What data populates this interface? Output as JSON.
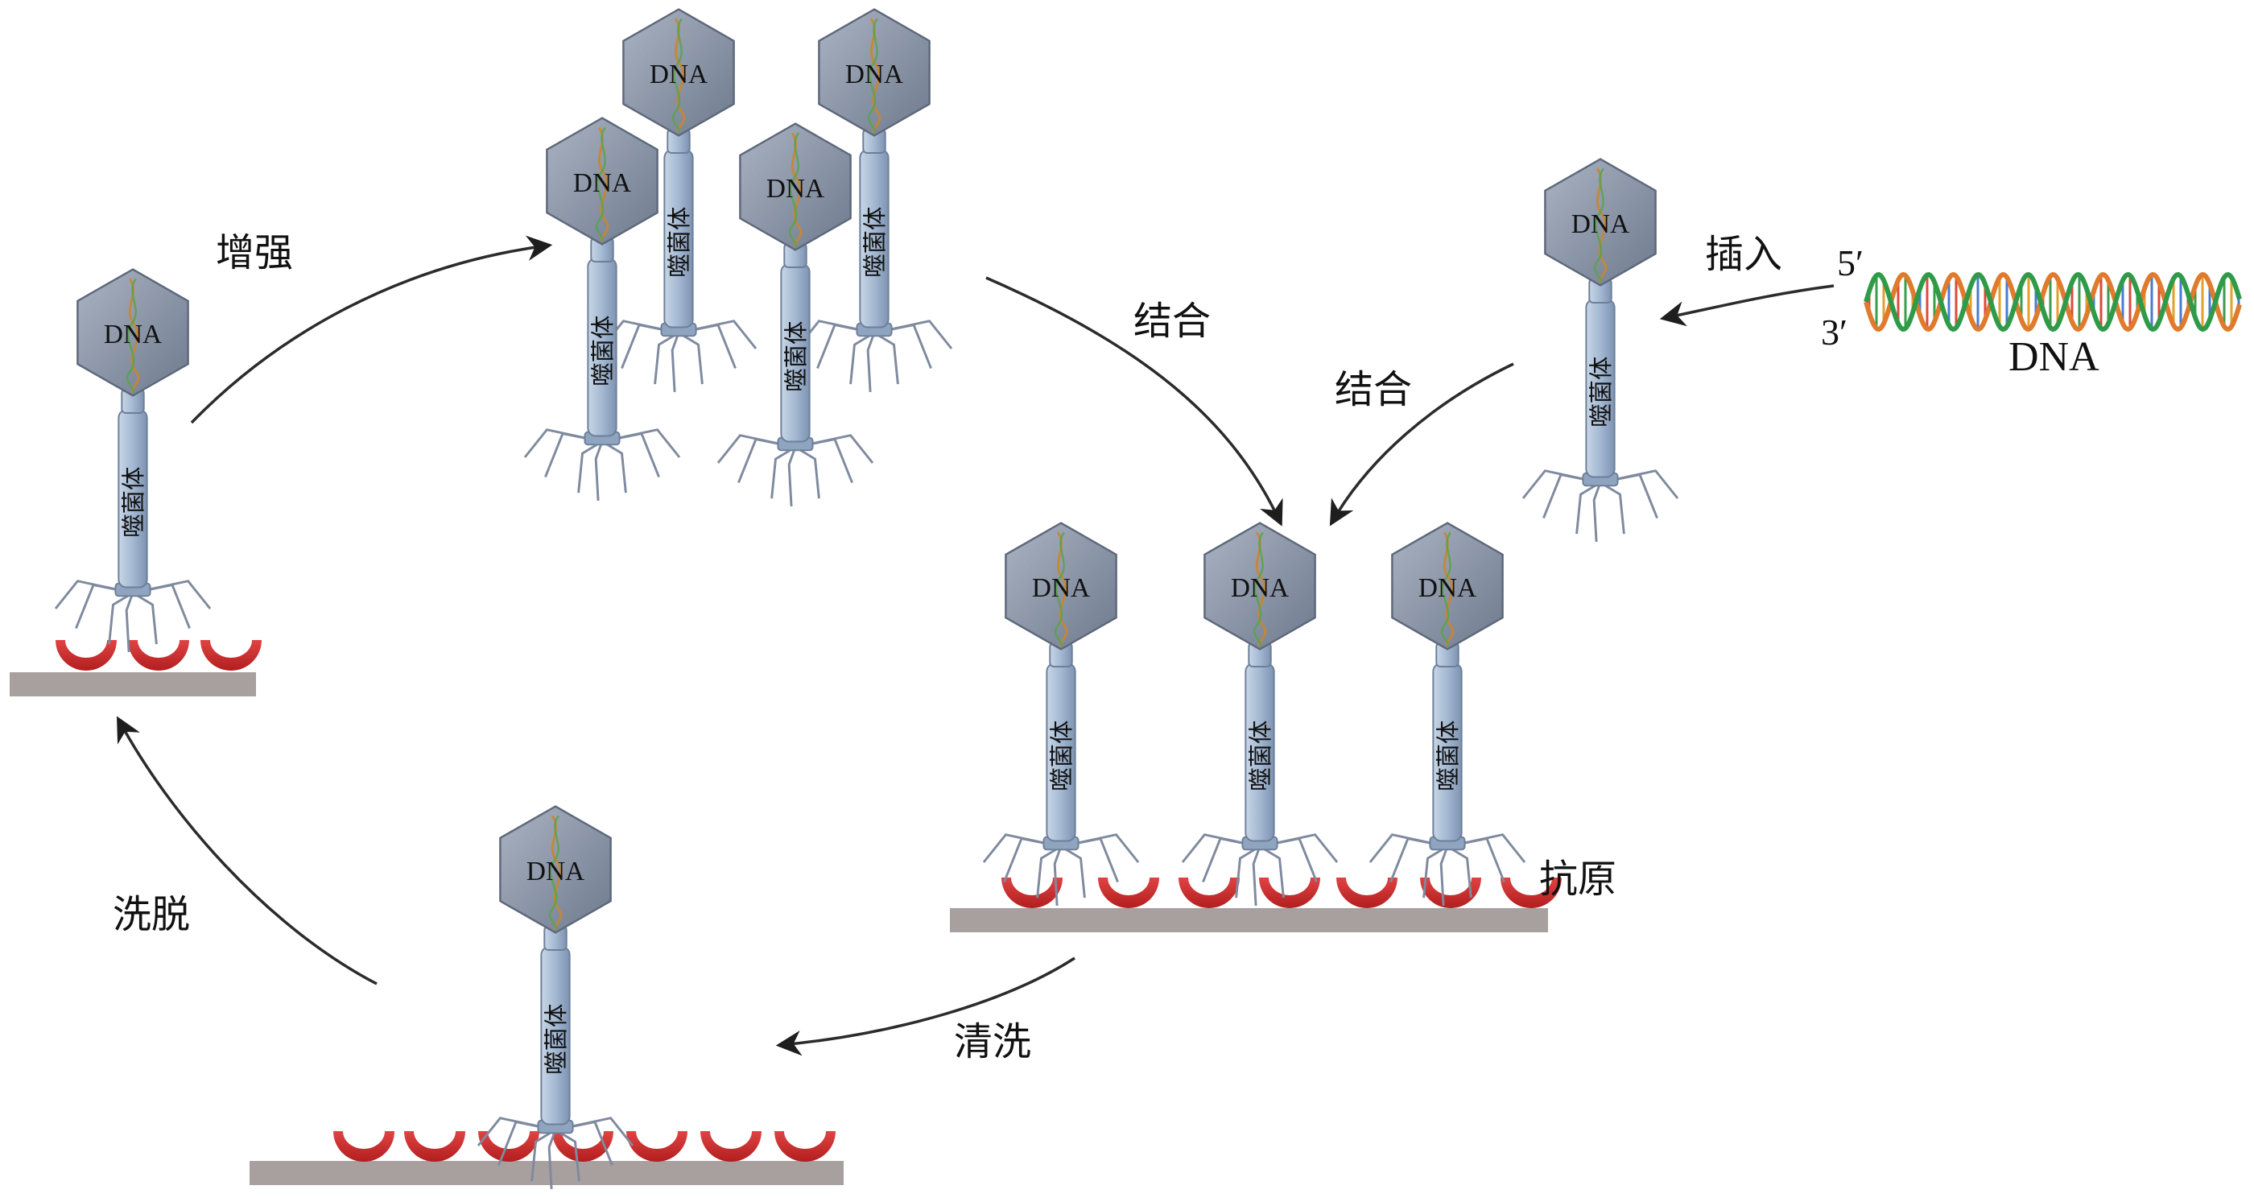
{
  "labels": {
    "amplify": "增强",
    "bind_top": "结合",
    "bind_right": "结合",
    "insert": "插入",
    "antigen": "抗原",
    "wash": "清洗",
    "elute": "洗脱",
    "dna_strand": "DNA",
    "five_prime": "5′",
    "three_prime": "3′"
  },
  "phage": {
    "head_text": "DNA",
    "tail_text": "噬菌体"
  },
  "colors": {
    "phage_head": "#8b96a8",
    "phage_tail": "#a9bfd8",
    "antigen": "#cf2e2e",
    "substrate": "#a69b9b",
    "arrow": "#2b2b2b"
  }
}
